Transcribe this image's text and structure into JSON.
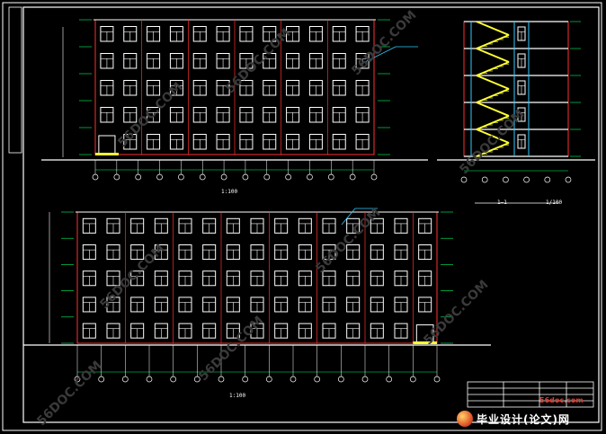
{
  "labels": {
    "front_scale": "1:100",
    "section_title": "1—1",
    "section_scale": "1/100",
    "rear_scale": "1:100"
  },
  "watermark": "56DOC.COM",
  "logo": {
    "site": "56doc.com",
    "text": "毕业设计(论文)网"
  },
  "colors": {
    "background": "#000000",
    "frame": "#ffffff",
    "wall_outline": "#ff3030",
    "window": "#ffffff",
    "grid_axis": "#ffffff",
    "dimension": "#00ff66",
    "stair": "#ffff33",
    "leader": "#33ccff"
  }
}
